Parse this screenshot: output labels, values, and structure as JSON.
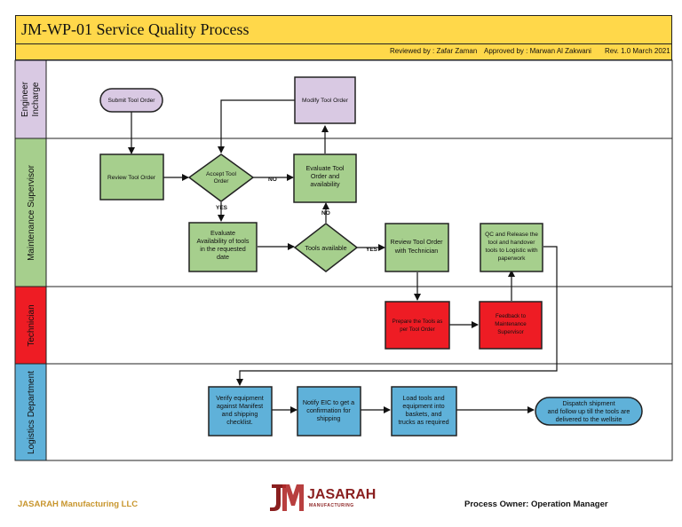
{
  "header": {
    "title": "JM-WP-01 Service Quality Process",
    "reviewed_by": "Reviewed by : Zafar Zaman",
    "approved_by": "Approved by : Marwan Al Zakwani",
    "revision": "Rev. 1.0 March 2021"
  },
  "lanes": [
    {
      "label": "Engineer Incharge",
      "line1": "Engineer",
      "line2": "Incharge",
      "color": "#d9c9e3"
    },
    {
      "label": "Maintenance Supervisor",
      "color": "#a6cf8d"
    },
    {
      "label": "Technician",
      "color": "#ee1c24"
    },
    {
      "label": "Logistics Department",
      "color": "#5fb1d9"
    }
  ],
  "nodes": {
    "submit": "Submit Tool Order",
    "modify": "Modify Tool Order",
    "review_order": "Review Tool Order",
    "accept": {
      "l1": "Accept Tool",
      "l2": "Order"
    },
    "evaluate": {
      "l1": "Evaluate Tool",
      "l2": "Order and",
      "l3": "availability"
    },
    "eval_avail": {
      "l1": "Evaluate",
      "l2": "Availability of tools",
      "l3": "in the requested",
      "l4": "date"
    },
    "tools_avail": "Tools available",
    "review_tech": {
      "l1": "Review Tool Order",
      "l2": "with Technician"
    },
    "qc": {
      "l1": "QC and Release the",
      "l2": "tool and handover",
      "l3": "tools to Logistic with",
      "l4": "paperwork"
    },
    "prepare": {
      "l1": "Prepare the Tools as",
      "l2": "per Tool Order"
    },
    "feedback": {
      "l1": "Feedback to",
      "l2": "Maintenance",
      "l3": "Supervisor"
    },
    "verify": {
      "l1": "Verify equipment",
      "l2": "against Manifest",
      "l3": "and shipping",
      "l4": "checklist."
    },
    "notify": {
      "l1": "Notify EIC to get a",
      "l2": "confirmation for",
      "l3": "shipping"
    },
    "load": {
      "l1": "Load tools and",
      "l2": "equipment into",
      "l3": "baskets, and",
      "l4": "trucks as required"
    },
    "dispatch": {
      "l1": "Dispatch shipment",
      "l2": "and follow up till the tools are",
      "l3": "delivered to the wellsite"
    }
  },
  "edges": {
    "no1": "NO",
    "no2": "NO",
    "yes1": "YES",
    "yes2": "YES"
  },
  "footer": {
    "company": "JASARAH Manufacturing LLC",
    "logo_text": "JASARAH",
    "logo_sub": "MANUFACTURING",
    "owner": "Process Owner: Operation Manager"
  },
  "colors": {
    "header": "#ffd84a",
    "green": "#a6cf8d",
    "red": "#ee1c24",
    "blue": "#5fb1d9",
    "purple": "#d9c9e3",
    "company_text": "#c8962e"
  }
}
